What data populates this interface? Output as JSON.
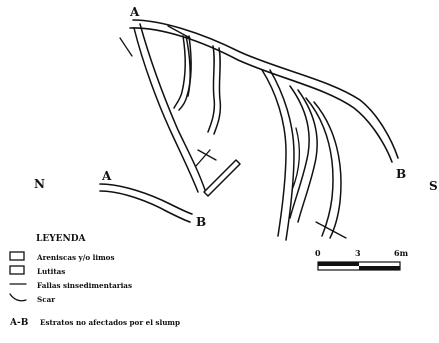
{
  "figure": {
    "labels": {
      "north": "N",
      "south": "S",
      "a_top": "A",
      "b_right": "B",
      "a_left": "A",
      "b_left": "B"
    },
    "scale": {
      "ticks": [
        "0",
        "3",
        "6m"
      ]
    },
    "legend": {
      "title": "LEYENDA",
      "items": [
        {
          "label": "Areniscas y/o limos"
        },
        {
          "label": "Lutitas"
        },
        {
          "label": "Fallas sinsedimentarias"
        },
        {
          "label": "Scar"
        }
      ],
      "ab_key": "A-B",
      "ab_text": "Estratos no afectados por el slump"
    }
  }
}
